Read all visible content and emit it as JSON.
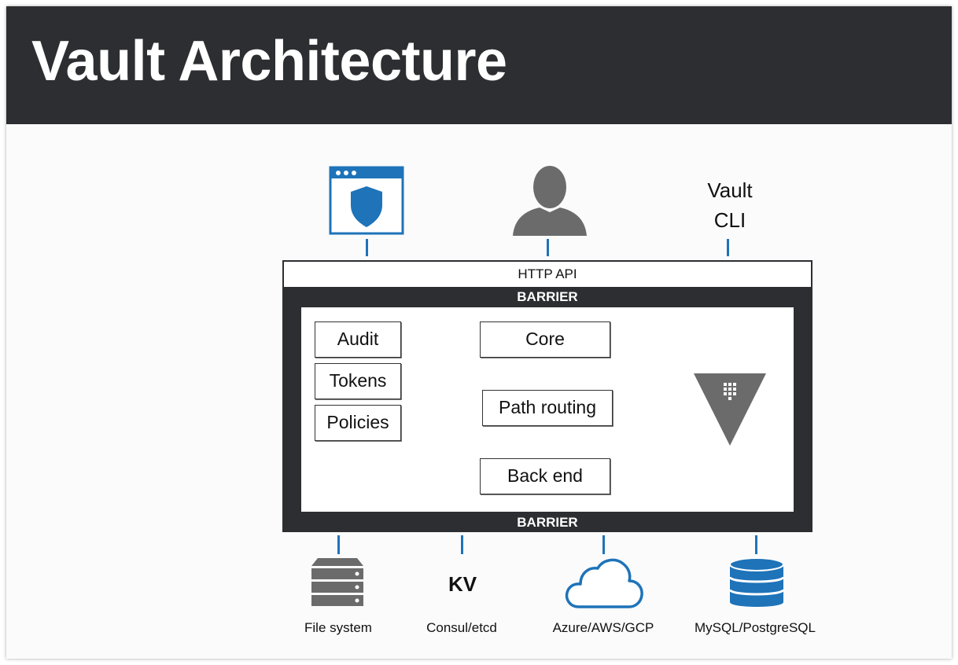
{
  "slide": {
    "title": "Vault Architecture"
  },
  "clients": {
    "ui_icon": "browser-shield-icon",
    "user_icon": "person-icon",
    "cli_line1": "Vault",
    "cli_line2": "CLI"
  },
  "vault": {
    "http_api": "HTTP API",
    "barrier_top": "BARRIER",
    "barrier_bottom": "BARRIER",
    "components": {
      "audit": "Audit",
      "tokens": "Tokens",
      "policies": "Policies",
      "core": "Core",
      "path_routing": "Path routing",
      "back_end": "Back end"
    },
    "logo_icon": "vault-triangle-logo"
  },
  "storage": {
    "file_system": "File system",
    "kv_mark": "KV",
    "consul_etcd": "Consul/etcd",
    "cloud": "Azure/AWS/GCP",
    "sql": "MySQL/PostgreSQL"
  },
  "colors": {
    "title_bar": "#2d2e31",
    "accent_blue": "#1e73b9",
    "barrier": "#2d2e31",
    "gray_icon": "#6b6b6b"
  }
}
